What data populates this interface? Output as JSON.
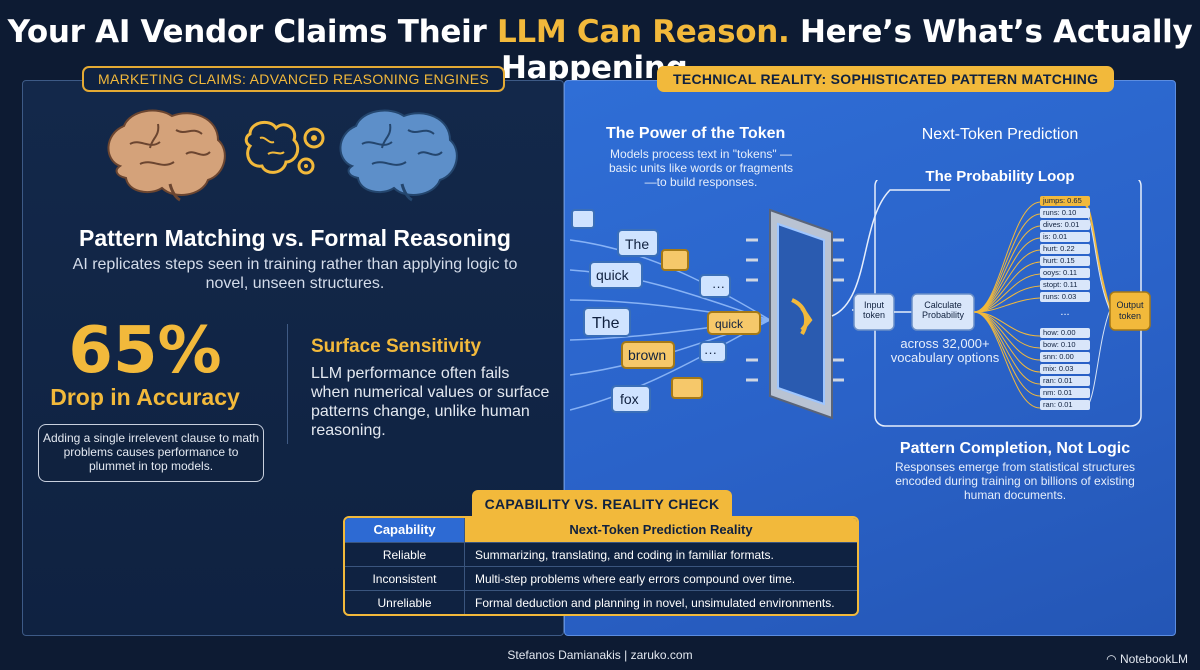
{
  "headline": {
    "part1": "Your AI Vendor Claims Their ",
    "highlight": "LLM Can Reason.",
    "part2": " Here’s What’s Actually Happening."
  },
  "left": {
    "pill": "MARKETING CLAIMS: ADVANCED REASONING ENGINES",
    "pm_title": "Pattern Matching vs. Formal Reasoning",
    "pm_sub": "AI replicates steps seen in training rather than applying logic to novel, unseen structures.",
    "stat_value": "65%",
    "stat_label": "Drop in Accuracy",
    "stat_box": "Adding a single irrelevent clause to math problems causes performance to plummet in top models.",
    "ss_title": "Surface Sensitivity",
    "ss_body": "LLM performance often fails when numerical values or surface patterns change, unlike human reasoning."
  },
  "right": {
    "pill": "TECHNICAL REALITY: SOPHISTICATED PATTERN MATCHING",
    "pt_title": "The Power of the Token",
    "pt_body": "Models process text in \"tokens\" —basic units like words or fragments—to build responses.",
    "tokens": [
      "The",
      "quick",
      "The",
      "brown",
      "fox",
      "quick"
    ],
    "ntp_title": "Next-Token Prediction",
    "pl_title": "The Probability Loop",
    "input_label": "Input token",
    "calc_label": "Calculate Probability",
    "output_label": "Output token",
    "vocab_note": "across 32,000+ vocabulary options",
    "prob_items": [
      "jumps: 0.65",
      "runs: 0.10",
      "dives: 0.01",
      "is: 0.01",
      "hurt: 0.22",
      "hurt: 0.15",
      "ooys: 0.11",
      "stopt: 0.11",
      "runs: 0.03",
      "...",
      "how: 0.00",
      "bow: 0.10",
      "snn: 0.00",
      "mix: 0.03",
      "ran: 0.01",
      "nm: 0.01",
      "ran: 0.01"
    ],
    "pc_title": "Pattern Completion, Not Logic",
    "pc_body": "Responses emerge from statistical structures encoded during training on billions of existing human documents."
  },
  "check": {
    "title": "CAPABILITY VS. REALITY CHECK",
    "head_capability": "Capability",
    "head_reality": "Next-Token Prediction Reality",
    "rows": [
      {
        "cap": "Reliable",
        "reality": "Summarizing, translating, and coding in familiar formats."
      },
      {
        "cap": "Inconsistent",
        "reality": "Multi-step problems where early errors compound over time."
      },
      {
        "cap": "Unreliable",
        "reality": "Formal deduction and planning in novel, unsimulated environments."
      }
    ]
  },
  "footer": "Stefanos Damianakis | zaruko.com",
  "brand": "NotebookLM",
  "colors": {
    "accent": "#f2b93b",
    "navy": "#0d1b33",
    "blue": "#2f6ed6"
  }
}
